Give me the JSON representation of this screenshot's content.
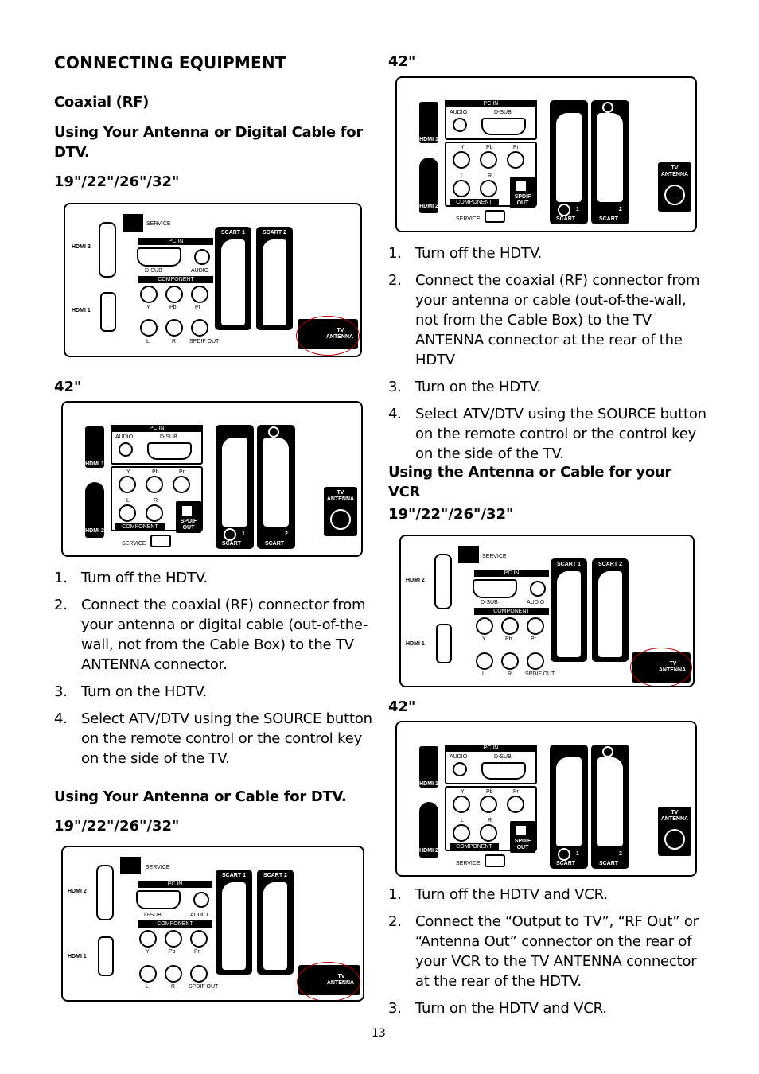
{
  "page": {
    "title": "CONNECTING EQUIPMENT",
    "coax_heading": "Coaxial (RF)",
    "sec1_heading": "Using Your Antenna or Digital Cable for DTV.",
    "size_small": "19\"/22\"/26\"/32\"",
    "size_large": "42\"",
    "sec2_heading": "Using Your Antenna or Cable for DTV.",
    "sec3_heading": "Using the Antenna or Cable for your VCR",
    "page_number": "13"
  },
  "steps_sec1": [
    {
      "num": "1.",
      "text": "Turn off the HDTV."
    },
    {
      "num": "2.",
      "text": "Connect the coaxial (RF) connector from your antenna or digital cable (out-of-the-wall, not from the Cable Box) to the TV ANTENNA connector."
    },
    {
      "num": "3.",
      "text": "Turn on the HDTV."
    },
    {
      "num": "4.",
      "text": "Select ATV/DTV using the SOURCE button on the remote control or the control key on the side of the TV."
    }
  ],
  "steps_sec2": [
    {
      "num": "1.",
      "text": "Turn off the HDTV."
    },
    {
      "num": "2.",
      "text": "Connect the coaxial (RF) connector from your antenna or cable (out-of-the-wall, not from the Cable Box) to the TV ANTENNA connector at the rear of the HDTV"
    },
    {
      "num": "3.",
      "text": "Turn on the HDTV."
    },
    {
      "num": "4.",
      "text": "Select ATV/DTV using the SOURCE button on the remote control or the control key on the side of the TV."
    }
  ],
  "steps_sec3": [
    {
      "num": "1.",
      "text": "Turn off the HDTV and VCR."
    },
    {
      "num": "2.",
      "text": "Connect the “Output to TV”, “RF Out” or “Antenna Out” connector on the rear of your VCR to the TV ANTENNA connector at the rear of the HDTV."
    },
    {
      "num": "3.",
      "text": "Turn on the HDTV and VCR."
    }
  ],
  "diagram_small": {
    "hdmi2": "HDMI 2",
    "hdmi1": "HDMI 1",
    "service": "SERVICE",
    "pc_in": "PC IN",
    "dsub": "D-SUB",
    "audio": "AUDIO",
    "component": "COMPONENT",
    "y": "Y",
    "pb": "Pb",
    "pr": "Pr",
    "l": "L",
    "r": "R",
    "spdif_out": "SPDIF OUT",
    "scart1": "SCART 1",
    "scart2": "SCART 2",
    "tv": "TV",
    "antenna": "ANTENNA"
  },
  "diagram_large": {
    "pc_in": "PC IN",
    "audio": "AUDIO",
    "dsub": "D-SUB",
    "hdmi1": "HDMI 1",
    "hdmi2": "HDMI 2",
    "y": "Y",
    "pb": "Pb",
    "pr": "Pr",
    "l": "L",
    "r": "R",
    "spdif": "SPDIF",
    "out": "OUT",
    "component": "COMPONENT",
    "service": "SERVICE",
    "scart": "SCART",
    "one": "1",
    "two": "2",
    "tv": "TV",
    "antenna": "ANTENNA"
  },
  "colors": {
    "highlight_ring": "#c00000",
    "ink": "#000000"
  }
}
